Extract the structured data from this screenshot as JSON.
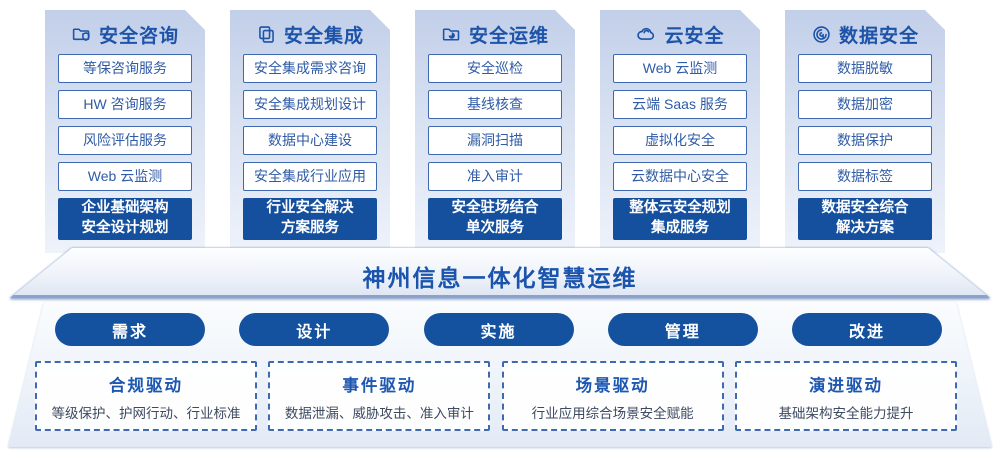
{
  "columns": [
    {
      "title": "安全咨询",
      "icon": "folder-shield-icon",
      "items": [
        "等保咨询服务",
        "HW 咨询服务",
        "风险评估服务",
        "Web 云监测"
      ],
      "footer_lines": [
        "企业基础架构",
        "安全设计规划"
      ]
    },
    {
      "title": "安全集成",
      "icon": "copy-docs-icon",
      "items": [
        "安全集成需求咨询",
        "安全集成规划设计",
        "数据中心建设",
        "安全集成行业应用"
      ],
      "footer_lines": [
        "行业安全解决",
        "方案服务"
      ]
    },
    {
      "title": "安全运维",
      "icon": "folder-pie-icon",
      "items": [
        "安全巡检",
        "基线核查",
        "漏洞扫描",
        "准入审计"
      ],
      "footer_lines": [
        "安全驻场结合",
        "单次服务"
      ]
    },
    {
      "title": "云安全",
      "icon": "cloud-icon",
      "items": [
        "Web 云监测",
        "云端 Saas 服务",
        "虚拟化安全",
        "云数据中心安全"
      ],
      "footer_lines": [
        "整体云安全规划",
        "集成服务"
      ]
    },
    {
      "title": "数据安全",
      "icon": "fingerprint-circle-icon",
      "items": [
        "数据脱敏",
        "数据加密",
        "数据保护",
        "数据标签"
      ],
      "footer_lines": [
        "数据安全综合",
        "解决方案"
      ]
    }
  ],
  "banner": {
    "title": "神州信息一体化智慧运维"
  },
  "phases": [
    "需求",
    "设计",
    "实施",
    "管理",
    "改进"
  ],
  "drivers": [
    {
      "title": "合规驱动",
      "desc": "等级保护、护网行动、行业标准"
    },
    {
      "title": "事件驱动",
      "desc": "数据泄漏、威胁攻击、准入审计"
    },
    {
      "title": "场景驱动",
      "desc": "行业应用综合场景安全赋能"
    },
    {
      "title": "演进驱动",
      "desc": "基础架构安全能力提升"
    }
  ],
  "colors": {
    "primary_dark_blue": "#15509e",
    "pill_blue": "#14519f",
    "header_blue": "#1d53a8",
    "banner_text_blue": "#1b54ad",
    "item_border_blue": "#3e69b1",
    "item_text_blue": "#2f5ba7",
    "driver_border_blue": "#3f6ab2",
    "driver_desc_gray": "#3e4a60",
    "card_gradient_top": "#c2cfe9",
    "card_gradient_bottom": "#eef2fb"
  }
}
